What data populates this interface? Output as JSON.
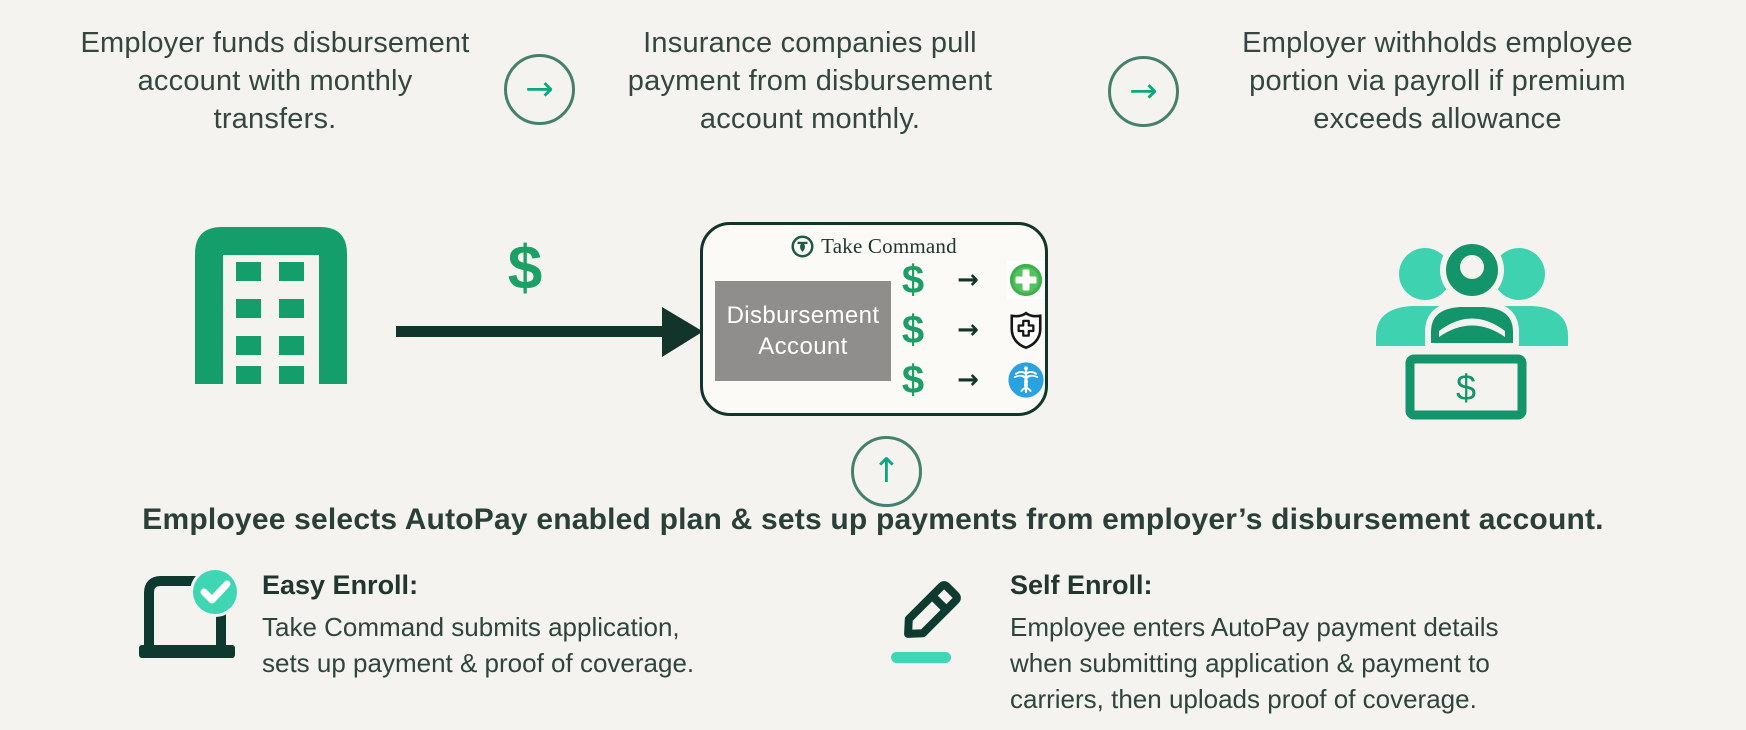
{
  "colors": {
    "background": "#f4f3f0",
    "text_dark": "#2e433c",
    "emerald": "#149e6c",
    "forest_dark": "#12342b",
    "teal_accent": "#3fd6b4",
    "circle_outline": "#45806f",
    "circle_arrow": "#0aa87c",
    "gray_panel": "#8f8e8c",
    "cross_green": "#3fb14d",
    "caduceus_blue": "#2ba2e0"
  },
  "top_steps": [
    {
      "text": "Employer funds disbursement account with monthly transfers."
    },
    {
      "text": "Insurance companies pull payment from disbursement account monthly."
    },
    {
      "text": "Employer withholds employee portion via payroll if premium exceeds allowance"
    }
  ],
  "connectors": {
    "right_arrow": "→",
    "up_arrow": "↑"
  },
  "flow": {
    "dollar": "$"
  },
  "account_box": {
    "brand": "Take Command",
    "panel_line1": "Disbursement",
    "panel_line2": "Account",
    "rows": [
      {
        "dollar": "$",
        "arrow": "→",
        "icon": "green-cross-circle"
      },
      {
        "dollar": "$",
        "arrow": "→",
        "icon": "medical-shield"
      },
      {
        "dollar": "$",
        "arrow": "→",
        "icon": "caduceus-badge"
      }
    ]
  },
  "employees": {
    "money_dollar": "$"
  },
  "footer": {
    "headline": "Employee selects AutoPay enabled plan & sets up payments from employer’s disbursement account.",
    "easy_enroll": {
      "title": "Easy Enroll:",
      "lines": [
        "Take Command submits application,",
        "sets up payment & proof of coverage."
      ]
    },
    "self_enroll": {
      "title": "Self Enroll:",
      "lines": [
        "Employee enters AutoPay payment details",
        "when submitting application & payment to",
        "carriers, then uploads proof of coverage."
      ]
    }
  }
}
